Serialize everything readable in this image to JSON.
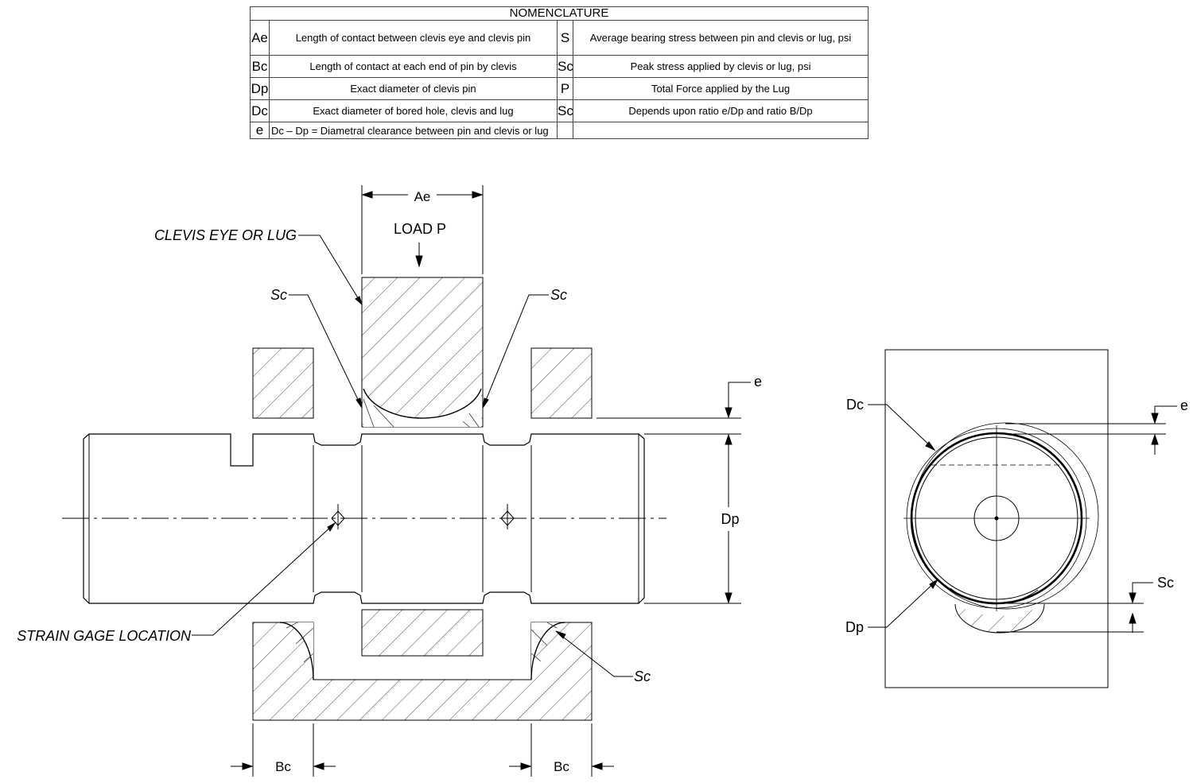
{
  "nomenclature": {
    "title": "NOMENCLATURE",
    "rows": [
      {
        "sym1": "Ae",
        "desc1": "Length of contact between clevis eye and clevis pin",
        "sym2": "S",
        "desc2": "Average bearing stress between pin and clevis or lug, psi"
      },
      {
        "sym1": "Bc",
        "desc1": "Length of contact at each end of pin by clevis",
        "sym2": "Sc",
        "desc2": "Peak stress applied by clevis or lug, psi"
      },
      {
        "sym1": "Dp",
        "desc1": "Exact diameter of clevis pin",
        "sym2": "P",
        "desc2": "Total Force applied by the Lug"
      },
      {
        "sym1": "Dc",
        "desc1": "Exact diameter of bored hole, clevis and lug",
        "sym2": "Sc",
        "desc2": "Depends upon ratio e/Dp and ratio B/Dp"
      },
      {
        "sym1": "e",
        "desc1": "Dc – Dp = Diametral clearance between pin and clevis or lug",
        "sym2": "",
        "desc2": ""
      }
    ]
  },
  "labels": {
    "ae": "Ae",
    "load": "LOAD P",
    "clevis_eye": "CLEVIS EYE OR LUG",
    "sc": "Sc",
    "e": "e",
    "dp": "Dp",
    "dc": "Dc",
    "bc": "Bc",
    "strain_gage": "STRAIN GAGE LOCATION"
  }
}
